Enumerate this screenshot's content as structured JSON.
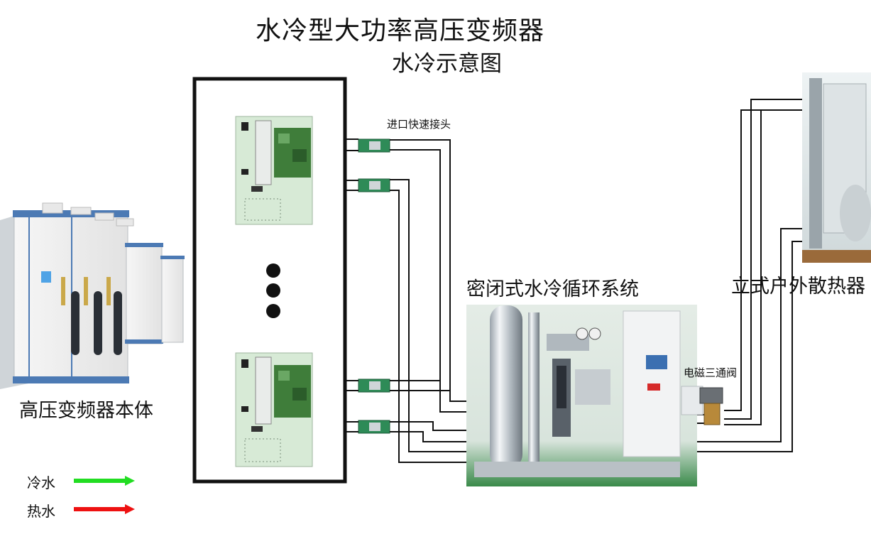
{
  "title": "水冷型大功率高压变频器",
  "subtitle": "水冷示意图",
  "labels": {
    "inverter_body": "高压变频器本体",
    "inlet_connector": "进口快速接头",
    "cooling_system": "密闭式水冷循环系统",
    "three_way_valve": "电磁三通阀",
    "outdoor_radiator": "立式户外散热器"
  },
  "legend": [
    {
      "label": "冷水",
      "color": "#22dd22"
    },
    {
      "label": "热水",
      "color": "#ee1111"
    }
  ],
  "colors": {
    "cabinet_body": "#d7ead6",
    "cabinet_frame": "#e9e9e9",
    "pipe": "#111111",
    "connector": "#2e8b57"
  }
}
